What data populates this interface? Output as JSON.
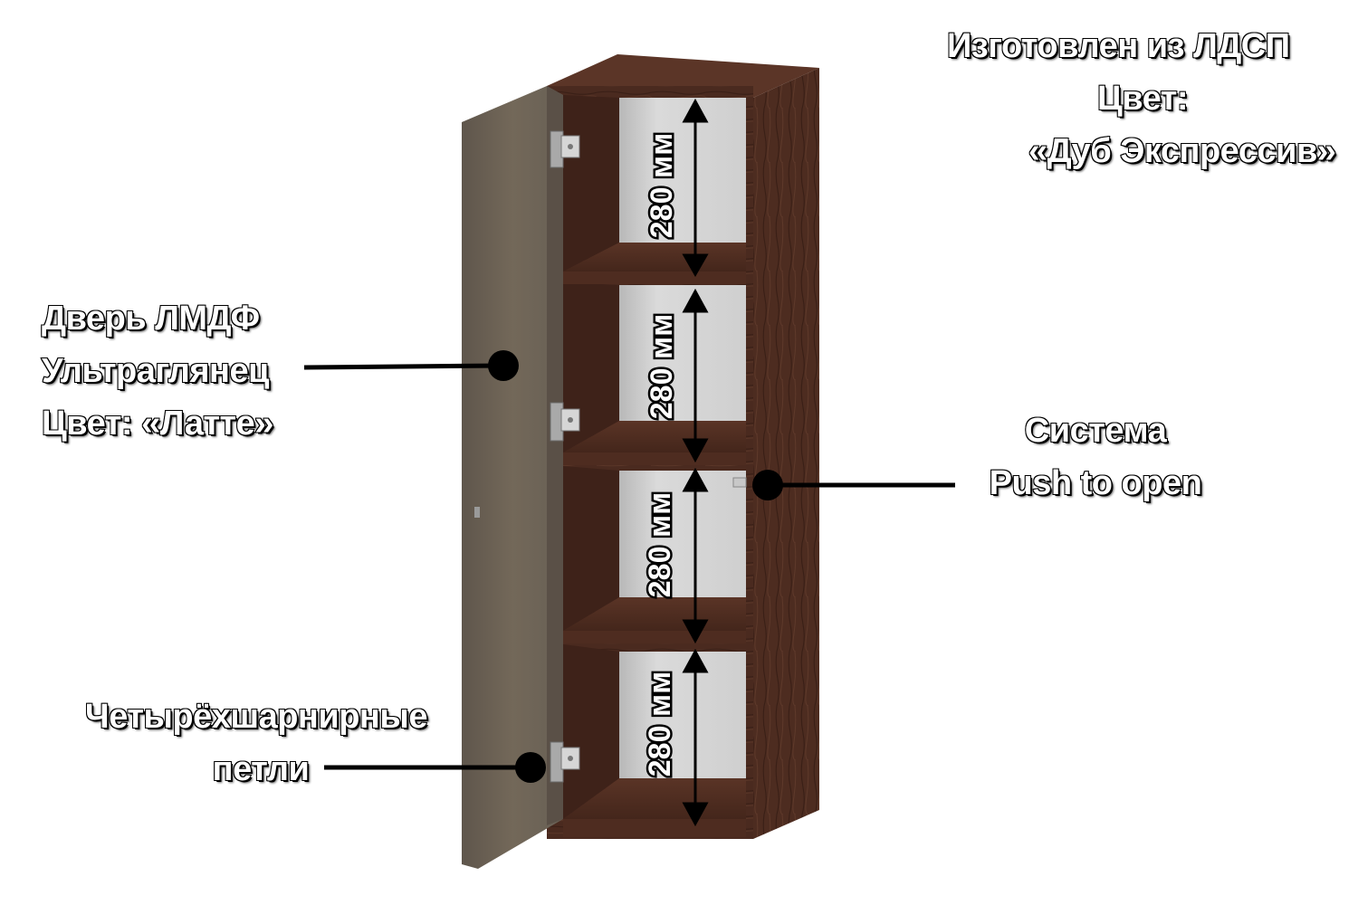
{
  "labels": {
    "material": {
      "line1": "Изготовлен из ЛДСП",
      "line2": "Цвет:",
      "line3": "«Дуб Экспрессив»"
    },
    "door": {
      "line1": "Дверь ЛМДФ",
      "line2": "Ультраглянец",
      "line3": "Цвет:  «Латте»"
    },
    "push": {
      "line1": "Система",
      "line2": "Push to open"
    },
    "hinges": {
      "line1": "Четырёхшарнирные",
      "line2": "петли"
    }
  },
  "dimensions": [
    "280 мм",
    "280 мм",
    "280 мм",
    "280 мм"
  ],
  "colors": {
    "body_wood": "#4a2a1f",
    "body_wood_dark": "#3a2018",
    "body_wood_light": "#5c3627",
    "door_latte": "#6e6358",
    "back_panel": "#d2d2d2",
    "marker": "#000000"
  }
}
